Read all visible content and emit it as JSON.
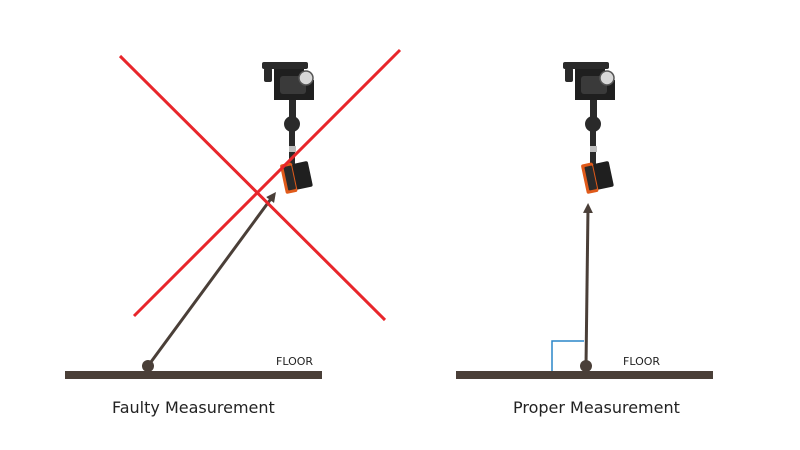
{
  "panels": [
    {
      "floor_label": "FLOOR",
      "caption": "Faulty Measurement"
    },
    {
      "floor_label": "FLOOR",
      "caption": "Proper Measurement"
    }
  ],
  "colors": {
    "floor": "#4a3f38",
    "arrow": "#4a3f38",
    "cross": "#e8262b",
    "right_angle": "#2a85c8",
    "mount": "#222222",
    "lens_accent": "#e05a1a",
    "background": "#ffffff"
  },
  "icons": [
    "clamp-mount-icon",
    "sensor-head-icon",
    "right-angle-marker",
    "cross-out-mark"
  ]
}
